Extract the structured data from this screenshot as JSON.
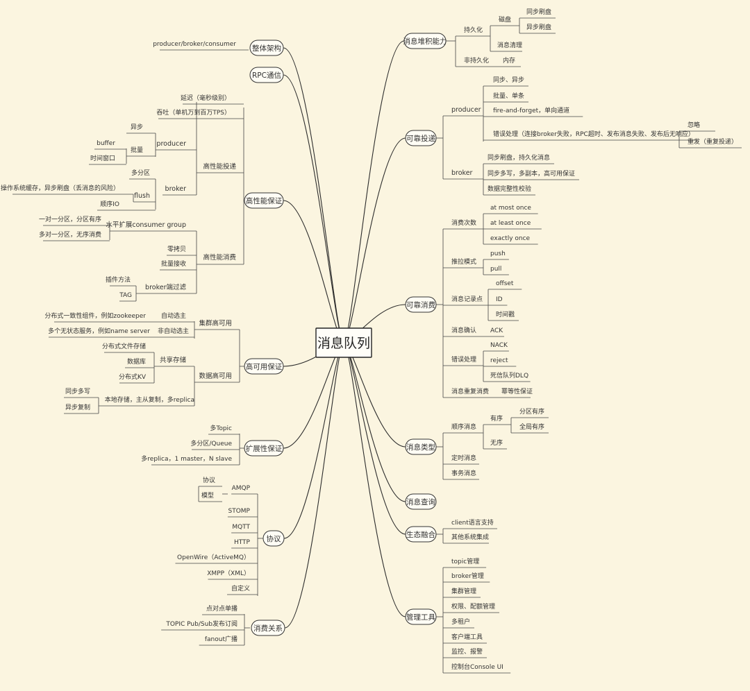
{
  "root": "消息队列",
  "left": [
    {
      "label": "整体架构",
      "children": [
        {
          "label": "producer/broker/consumer"
        }
      ]
    },
    {
      "label": "RPC通信",
      "children": []
    },
    {
      "label": "高性能保证",
      "children": [
        {
          "label": "高性能投递",
          "children": [
            {
              "label": "延迟（毫秒级别）"
            },
            {
              "label": "吞吐（单机万到百万TPS）"
            },
            {
              "label": "producer",
              "children": [
                {
                  "label": "异步"
                },
                {
                  "label": "批量",
                  "children": [
                    {
                      "label": "buffer"
                    },
                    {
                      "label": "时间窗口"
                    }
                  ]
                }
              ]
            },
            {
              "label": "broker",
              "children": [
                {
                  "label": "多分区"
                },
                {
                  "label": "flush",
                  "children": [
                    {
                      "label": "操作系统缓存，异步刷盘（丢消息的风险）"
                    }
                  ]
                },
                {
                  "label": "顺序IO"
                }
              ]
            }
          ]
        },
        {
          "label": "高性能消费",
          "children": [
            {
              "label": "水平扩展consumer group",
              "children": [
                {
                  "label": "一对一分区，分区有序"
                },
                {
                  "label": "多对一分区，无序消费"
                }
              ]
            },
            {
              "label": "零拷贝"
            },
            {
              "label": "批量接收"
            },
            {
              "label": "broker端过滤",
              "children": [
                {
                  "label": "插件方法"
                },
                {
                  "label": "TAG"
                }
              ]
            }
          ]
        }
      ]
    },
    {
      "label": "高可用保证",
      "children": [
        {
          "label": "集群高可用",
          "children": [
            {
              "label": "自动选主",
              "children": [
                {
                  "label": "分布式一致性组件，例如zookeeper"
                }
              ]
            },
            {
              "label": "非自动选主",
              "children": [
                {
                  "label": "多个无状态服务，例如name server"
                }
              ]
            }
          ]
        },
        {
          "label": "数据高可用",
          "children": [
            {
              "label": "共享存储",
              "children": [
                {
                  "label": "分布式文件存储"
                },
                {
                  "label": "数据库"
                },
                {
                  "label": "分布式KV"
                }
              ]
            },
            {
              "label": "本地存储，主从复制，多replica",
              "children": [
                {
                  "label": "同步多写"
                },
                {
                  "label": "异步复制"
                }
              ]
            }
          ]
        }
      ]
    },
    {
      "label": "扩展性保证",
      "children": [
        {
          "label": "多Topic"
        },
        {
          "label": "多分区/Queue"
        },
        {
          "label": "多replica，1 master，N slave"
        }
      ]
    },
    {
      "label": "协议",
      "children": [
        {
          "label": "AMQP",
          "children": [
            {
              "label": "协议"
            },
            {
              "label": "模型"
            }
          ]
        },
        {
          "label": "STOMP"
        },
        {
          "label": "MQTT"
        },
        {
          "label": "HTTP"
        },
        {
          "label": "OpenWire（ActiveMQ）"
        },
        {
          "label": "XMPP（XML）"
        },
        {
          "label": "自定义"
        }
      ]
    },
    {
      "label": "消费关系",
      "children": [
        {
          "label": "点对点单播"
        },
        {
          "label": "TOPIC Pub/Sub发布订阅"
        },
        {
          "label": "fanout广播"
        }
      ]
    }
  ],
  "right": [
    {
      "label": "消息堆积能力",
      "children": [
        {
          "label": "持久化",
          "children": [
            {
              "label": "磁盘",
              "children": [
                {
                  "label": "同步刷盘"
                },
                {
                  "label": "异步刷盘"
                }
              ]
            },
            {
              "label": "消息清理"
            }
          ]
        },
        {
          "label": "非持久化",
          "children": [
            {
              "label": "内存"
            }
          ]
        }
      ]
    },
    {
      "label": "可靠投递",
      "children": [
        {
          "label": "producer",
          "children": [
            {
              "label": "同步、异步"
            },
            {
              "label": "批量、单条"
            },
            {
              "label": "fire-and-forget，单向通道"
            },
            {
              "label": "错误处理（连接broker失败，RPC超时、发布消息失败、发布后无响应）",
              "children": [
                {
                  "label": "忽略"
                },
                {
                  "label": "重发（重复投递）"
                }
              ]
            }
          ]
        },
        {
          "label": "broker",
          "children": [
            {
              "label": "同步刷盘，持久化消息"
            },
            {
              "label": "同步多写，多副本，高可用保证"
            },
            {
              "label": "数据完整性校验"
            }
          ]
        }
      ]
    },
    {
      "label": "可靠消费",
      "children": [
        {
          "label": "消费次数",
          "children": [
            {
              "label": "at most once"
            },
            {
              "label": "at least once"
            },
            {
              "label": "exactly once"
            }
          ]
        },
        {
          "label": "推拉模式",
          "children": [
            {
              "label": "push"
            },
            {
              "label": "pull"
            }
          ]
        },
        {
          "label": "消息记录点",
          "children": [
            {
              "label": "offset"
            },
            {
              "label": "ID"
            },
            {
              "label": "时间戳"
            }
          ]
        },
        {
          "label": "消息确认",
          "children": [
            {
              "label": "ACK"
            }
          ]
        },
        {
          "label": "错误处理",
          "children": [
            {
              "label": "NACK"
            },
            {
              "label": "reject"
            },
            {
              "label": "死信队列DLQ"
            }
          ]
        },
        {
          "label": "消息重复消费",
          "children": [
            {
              "label": "幂等性保证"
            }
          ]
        }
      ]
    },
    {
      "label": "消息类型",
      "children": [
        {
          "label": "顺序消息",
          "children": [
            {
              "label": "有序",
              "children": [
                {
                  "label": "分区有序"
                },
                {
                  "label": "全局有序"
                }
              ]
            },
            {
              "label": "无序"
            }
          ]
        },
        {
          "label": "定时消息"
        },
        {
          "label": "事务消息"
        }
      ]
    },
    {
      "label": "消息查询",
      "children": []
    },
    {
      "label": "生态融合",
      "children": [
        {
          "label": "client语言支持"
        },
        {
          "label": "其他系统集成"
        }
      ]
    },
    {
      "label": "管理工具",
      "children": [
        {
          "label": "topic管理"
        },
        {
          "label": "broker管理"
        },
        {
          "label": "集群管理"
        },
        {
          "label": "权限、配额管理"
        },
        {
          "label": "多租户"
        },
        {
          "label": "客户端工具"
        },
        {
          "label": "监控、报警"
        },
        {
          "label": "控制台Console UI"
        }
      ]
    }
  ]
}
